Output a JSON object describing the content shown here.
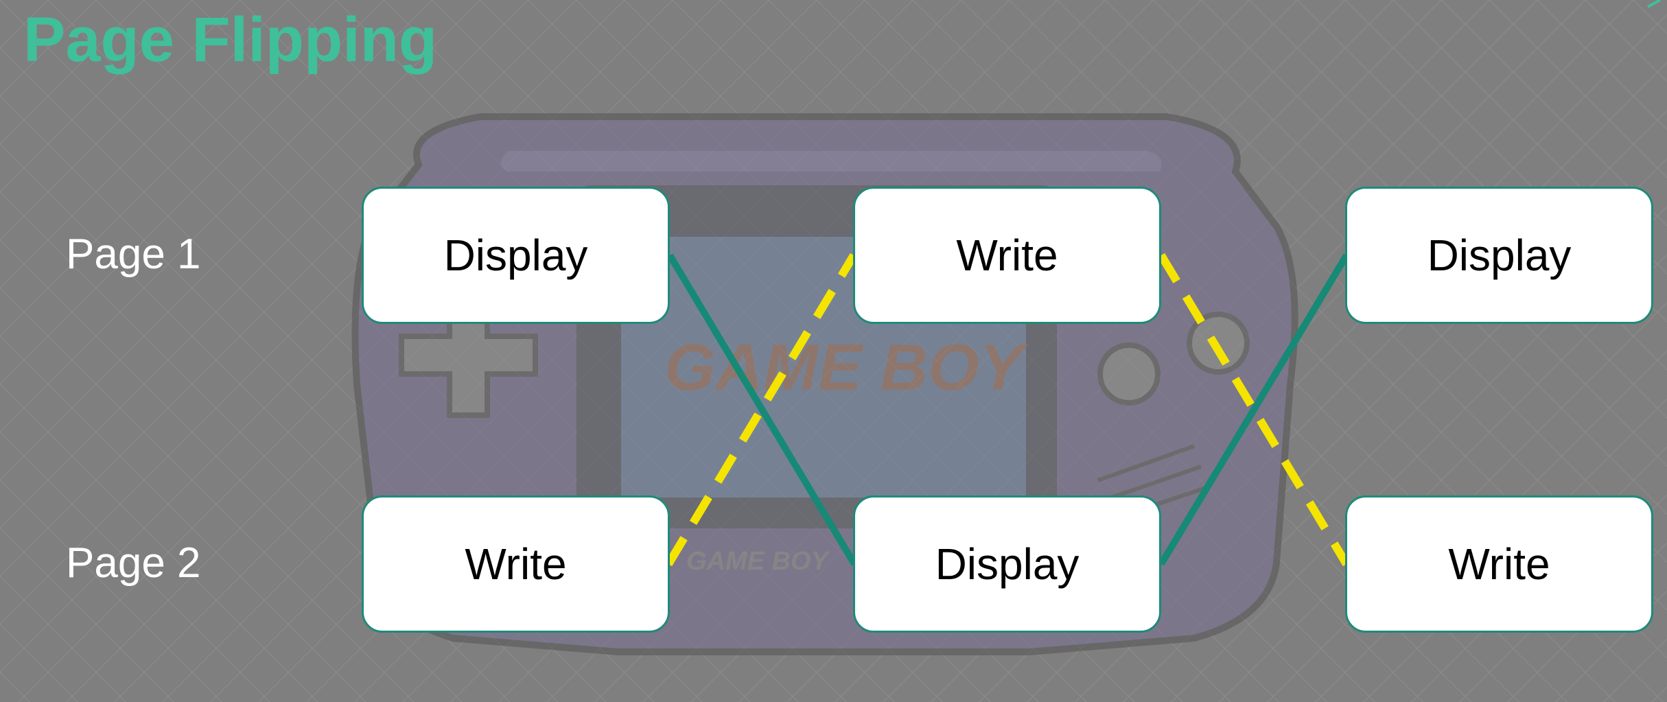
{
  "title": "Page Flipping",
  "row_labels": {
    "page1": "Page 1",
    "page2": "Page 2"
  },
  "stages": [
    {
      "page1": "Display",
      "page2": "Write"
    },
    {
      "page1": "Write",
      "page2": "Display"
    },
    {
      "page1": "Display",
      "page2": "Write"
    }
  ],
  "background_logo": {
    "screen_text": "GAME BOY",
    "body_text": "GAME BOY"
  },
  "colors": {
    "background": "#7f7f7f",
    "title": "#3fc09a",
    "display_line": "#168a76",
    "write_line": "#f5e400",
    "box_border": "#1e8a7a"
  }
}
